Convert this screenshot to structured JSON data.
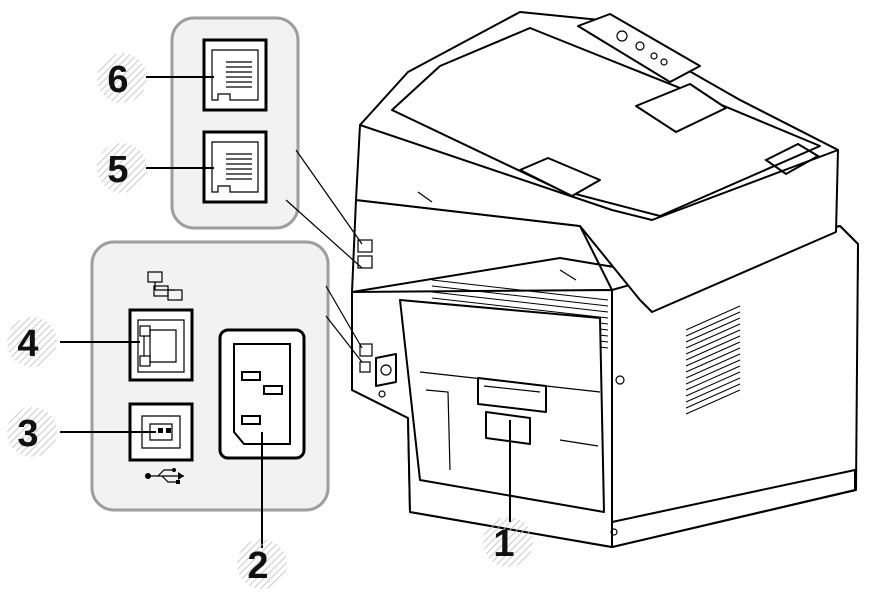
{
  "callouts": [
    {
      "id": 1,
      "label": "1"
    },
    {
      "id": 2,
      "label": "2"
    },
    {
      "id": 3,
      "label": "3"
    },
    {
      "id": 4,
      "label": "4"
    },
    {
      "id": 5,
      "label": "5"
    },
    {
      "id": 6,
      "label": "6"
    }
  ],
  "icons": {
    "network": "network-icon",
    "usb": "usb-icon"
  },
  "colors": {
    "panel_fill": "#f2f2f2",
    "panel_border": "#9e9e9e",
    "line": "#000000",
    "hatch": "#bdbdbd"
  }
}
